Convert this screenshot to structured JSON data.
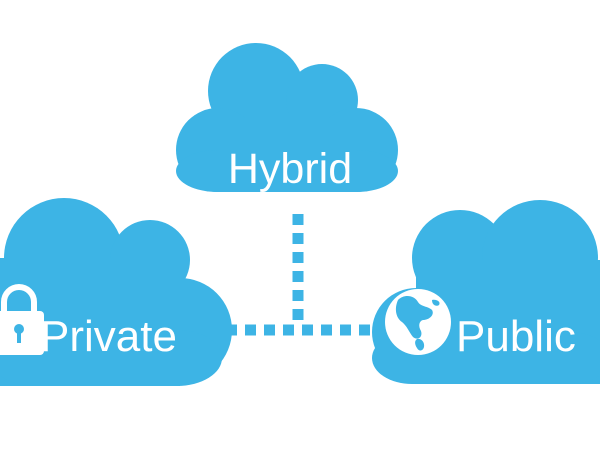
{
  "colors": {
    "cloud": "#3db4e5",
    "connector": "#3db4e5",
    "text": "#ffffff",
    "background": "#ffffff"
  },
  "clouds": [
    {
      "id": "hybrid",
      "label": "Hybrid",
      "icon": "none"
    },
    {
      "id": "private",
      "label": "Private",
      "icon": "padlock-icon"
    },
    {
      "id": "public",
      "label": "Public",
      "icon": "globe-icon"
    }
  ],
  "connectors": [
    {
      "from": "hybrid",
      "to": "private-public-link",
      "style": "dashed"
    },
    {
      "from": "private",
      "to": "public",
      "style": "dashed"
    }
  ]
}
